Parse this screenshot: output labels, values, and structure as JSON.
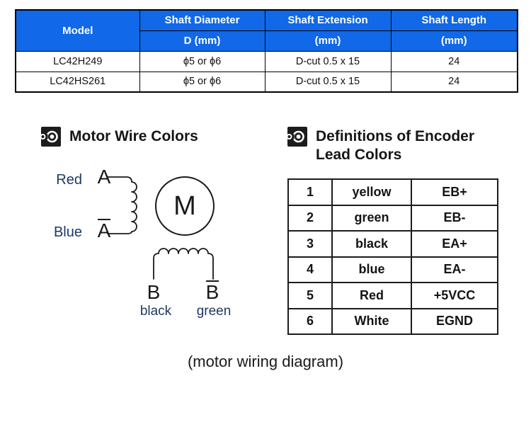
{
  "spec_table": {
    "header_bg": "#1168E8",
    "header_text_color": "#ffffff",
    "columns": [
      {
        "title": "Model"
      },
      {
        "title": "Shaft Diameter",
        "sub": "D (mm)"
      },
      {
        "title": "Shaft Extension",
        "sub": "(mm)"
      },
      {
        "title": "Shaft Length",
        "sub": "(mm)"
      }
    ],
    "rows": [
      [
        "LC42H249",
        "ϕ5 or ϕ6",
        "D-cut 0.5 x 15",
        "24"
      ],
      [
        "LC42HS261",
        "ϕ5 or ϕ6",
        "D-cut 0.5 x 15",
        "24"
      ]
    ]
  },
  "sections": {
    "motor_wire_colors": {
      "icon": "motor-target-icon",
      "title": "Motor Wire Colors"
    },
    "encoder_lead_colors": {
      "icon": "motor-target-icon",
      "title_line1": "Definitions of Encoder",
      "title_line2": "Lead Colors"
    }
  },
  "wiring_diagram": {
    "motor_symbol": "M",
    "label_color": "#1F3864",
    "phases": {
      "a": {
        "wire_color": "Red",
        "label": "A"
      },
      "a_bar": {
        "wire_color": "Blue",
        "label": "A"
      },
      "b": {
        "wire_color": "black",
        "label": "B"
      },
      "b_bar": {
        "wire_color": "green",
        "label": "B"
      }
    }
  },
  "encoder_table": {
    "rows": [
      {
        "pin": "1",
        "color": "yellow",
        "signal": "EB+"
      },
      {
        "pin": "2",
        "color": "green",
        "signal": "EB-"
      },
      {
        "pin": "3",
        "color": "black",
        "signal": "EA+"
      },
      {
        "pin": "4",
        "color": "blue",
        "signal": "EA-"
      },
      {
        "pin": "5",
        "color": "Red",
        "signal": "+5VCC"
      },
      {
        "pin": "6",
        "color": "White",
        "signal": "EGND"
      }
    ]
  },
  "caption": "(motor wiring diagram)"
}
